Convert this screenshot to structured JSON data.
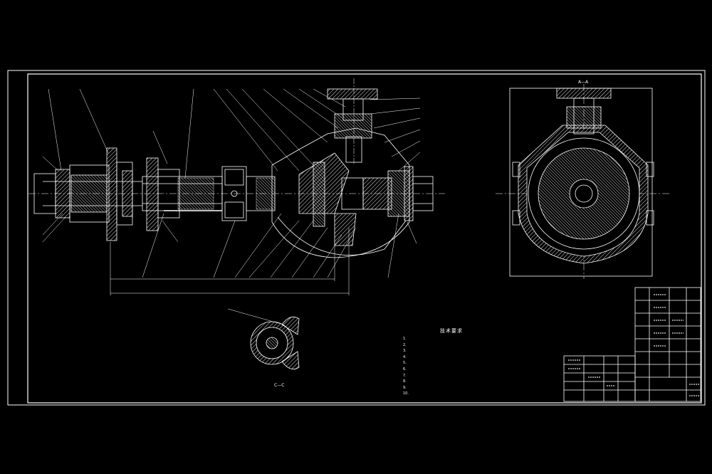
{
  "drawing": {
    "background": "#000000",
    "line_color": "#ffffff",
    "accent_color": "#e8e8e8"
  },
  "tech_requirements": {
    "title": "技术要求",
    "items": [
      "1.",
      "2.",
      "3.",
      "4.",
      "5.",
      "6.",
      "7.",
      "8.",
      "9.",
      "10."
    ]
  },
  "section_labels": {
    "top_view": "A—A",
    "detail_view": "C—C"
  }
}
